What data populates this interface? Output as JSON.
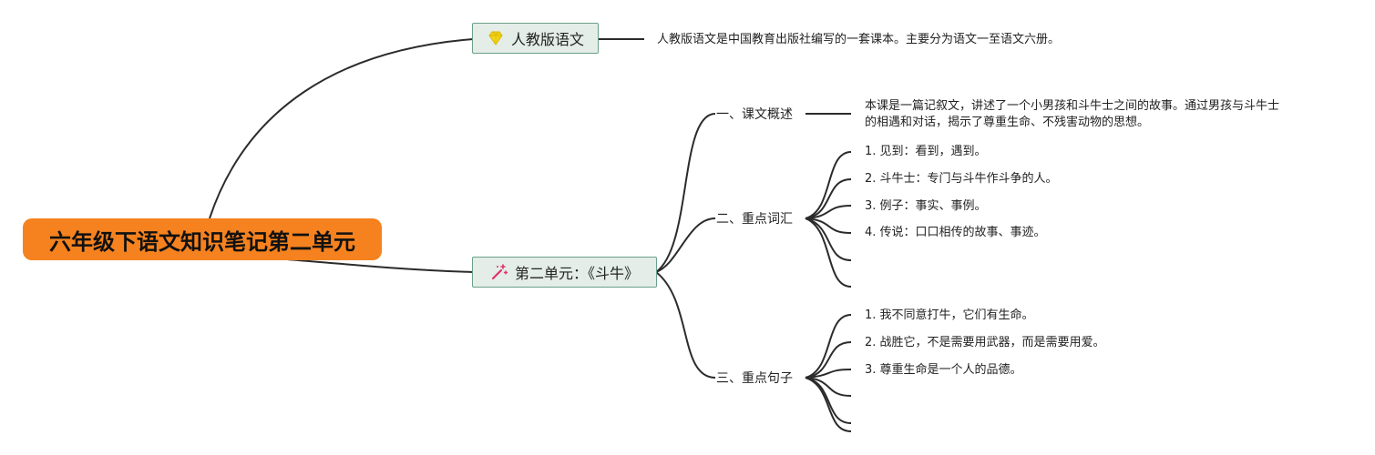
{
  "root": {
    "title": "六年级下语文知识笔记第二单元"
  },
  "branches": [
    {
      "label": "人教版语文",
      "icon": "diamond-icon",
      "note": "人教版语文是中国教育出版社编写的一套课本。主要分为语文一至语文六册。"
    },
    {
      "label": "第二单元：《斗牛》",
      "icon": "magic-wand-icon",
      "children": [
        {
          "label": "一、课文概述",
          "note_lines": [
            "本课是一篇记叙文，讲述了一个小男孩和斗牛士之间的故事。通过男孩与斗牛士",
            "的相遇和对话，揭示了尊重生命、不残害动物的思想。"
          ]
        },
        {
          "label": "二、重点词汇",
          "items": [
            "1. 见到：看到，遇到。",
            "2. 斗牛士：专门与斗牛作斗争的人。",
            "3. 例子：事实、事例。",
            "4. 传说：口口相传的故事、事迹。",
            ""
          ]
        },
        {
          "label": "三、重点句子",
          "items": [
            "1. 我不同意打牛，它们有生命。",
            "2. 战胜它，不是需要用武器，而是需要用爱。",
            "3. 尊重生命是一个人的品德。",
            "",
            ""
          ]
        }
      ]
    }
  ],
  "colors": {
    "root_fill": "#f5821f",
    "branch_fill": "#e4ede8",
    "branch_border": "#6aa08a",
    "connector": "#2b2b2b",
    "diamond_icon": "#f2d21b",
    "wand_icon": "#e2336b"
  }
}
